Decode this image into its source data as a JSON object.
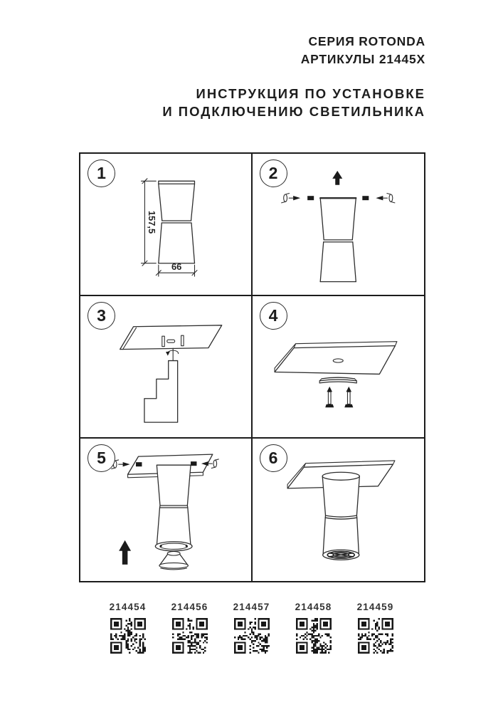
{
  "header": {
    "series": "СЕРИЯ ROTONDA",
    "articles_line": "АРТИКУЛЫ 21445X",
    "instruction_line1": "ИНСТРУКЦИЯ ПО УСТАНОВКЕ",
    "instruction_line2": "И ПОДКЛЮЧЕНИЮ СВЕТИЛЬНИКА"
  },
  "steps": [
    {
      "number": "1",
      "drawing": "luminaire-front-view-dimensions",
      "dimensions": {
        "height": "157,5",
        "width": "66"
      }
    },
    {
      "number": "2",
      "drawing": "loosen-side-screws-lift-body"
    },
    {
      "number": "3",
      "drawing": "unscrew-bracket-from-mounting-plate"
    },
    {
      "number": "4",
      "drawing": "fix-bracket-to-ceiling-with-screws"
    },
    {
      "number": "5",
      "drawing": "attach-body-tighten-screws-insert-lamp"
    },
    {
      "number": "6",
      "drawing": "installed-luminaire"
    }
  ],
  "articles": [
    "214454",
    "214456",
    "214457",
    "214458",
    "214459"
  ]
}
